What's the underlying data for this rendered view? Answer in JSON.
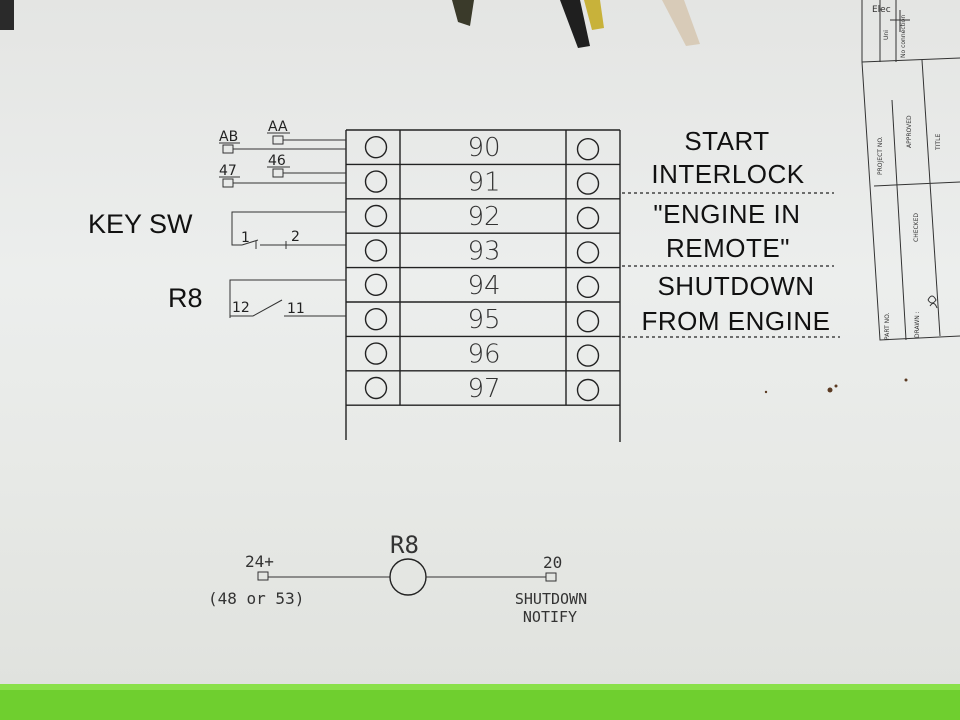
{
  "terminal_block": {
    "terminals": [
      "90",
      "91",
      "92",
      "93",
      "94",
      "95",
      "96",
      "97"
    ]
  },
  "left_labels": {
    "key_sw": "KEY SW",
    "r8": "R8",
    "ab": "AB",
    "aa": "AA",
    "t47": "47",
    "t46": "46",
    "key_contact_1": "1",
    "key_contact_2": "2",
    "r8_contact_12": "12",
    "r8_contact_11": "11"
  },
  "descriptions": {
    "start": "START",
    "interlock": "INTERLOCK",
    "engine_in": "\"ENGINE IN",
    "remote": "REMOTE\"",
    "shutdown": "SHUTDOWN",
    "from_engine": "FROM ENGINE"
  },
  "relay": {
    "name": "R8",
    "left_terminal": "24+",
    "left_note": "(48 or 53)",
    "right_terminal": "20",
    "right_note_1": "SHUTDOWN",
    "right_note_2": "NOTIFY"
  },
  "title_block": {
    "project_no": "PROJECT NO.",
    "approved": "APPROVED",
    "title": "TITLE",
    "checked": "CHECKED",
    "part_no": "PART NO.",
    "drawn": "DRAWN :",
    "no_connection": "No connection",
    "elec": "Elec",
    "unit": "Uni"
  },
  "colors": {
    "paper": "#eceeed",
    "table_green": "#6fcf2f",
    "ink": "#222222"
  }
}
